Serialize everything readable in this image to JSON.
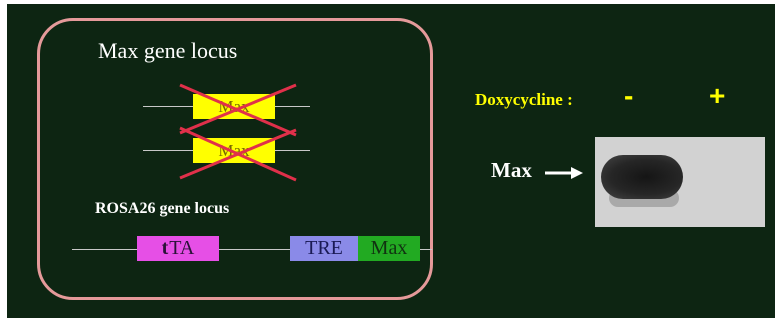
{
  "left_panel": {
    "title": "Max gene locus",
    "alleles": [
      {
        "label": "Max",
        "crossed_out": true
      },
      {
        "label": "Max",
        "crossed_out": true
      }
    ],
    "rosa_title": "ROSA26 gene locus",
    "construct": {
      "tta_prefix": "t",
      "tta_rest": "TA",
      "tre": "TRE",
      "max": "Max"
    }
  },
  "right_panel": {
    "doxy_label": "Doxycycline :",
    "lanes": [
      "-",
      "+"
    ],
    "blot_label": "Max",
    "band_present": [
      true,
      false
    ]
  },
  "colors": {
    "background": "#0d2512",
    "frame": "#e59a9a",
    "gene_box": "#ffff00",
    "cross": "#e0304a",
    "tta": "#e64fe6",
    "tre": "#8a8ae8",
    "max_box": "#22aa22",
    "doxy_text": "#ffff00",
    "blot_membrane": "#d2d2d2"
  }
}
